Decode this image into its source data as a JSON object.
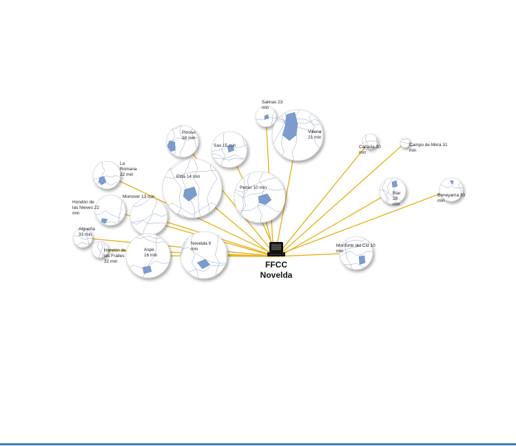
{
  "colors": {
    "connector": "#e8b21e",
    "region_fill": "#7b9ccd",
    "border_lines": "#8f9fbf",
    "circle_edge": "#d7d7d7",
    "bottom_rule": "#3b78c2",
    "hub_icon": "#111111"
  },
  "hub": {
    "line1": "FFCC",
    "line2": "Novelda",
    "icon": "desktop-computer-icon"
  },
  "towns": [
    {
      "id": "salinas",
      "line1": "Salinas 23",
      "line2": "min"
    },
    {
      "id": "villena",
      "line1": "Villena",
      "line2": "21 min"
    },
    {
      "id": "pinoso",
      "line1": "Pinoso",
      "line2": "28 min"
    },
    {
      "id": "sax",
      "line1": "Sax 15 min",
      "line2": ""
    },
    {
      "id": "la-romana",
      "line1": "La",
      "line2": "Romana",
      "line3": "22 min"
    },
    {
      "id": "elda",
      "line1": "Elda 14 min",
      "line2": ""
    },
    {
      "id": "petrer",
      "line1": "Petrer  10 min",
      "line2": ""
    },
    {
      "id": "canada",
      "line1": "Cañada 30",
      "line2": "min"
    },
    {
      "id": "campo-de-mirra",
      "line1": "Campo de Mirra 31",
      "line2": "min"
    },
    {
      "id": "biar",
      "line1": "Biar",
      "line2": "28",
      "line3": "min"
    },
    {
      "id": "beneyama",
      "line1": "Beneyama 33",
      "line2": "min"
    },
    {
      "id": "hondon-nieves",
      "line1": "Hondón  de",
      "line2": "las Nieves 22",
      "line3": "min"
    },
    {
      "id": "monover",
      "line1": "Monover 13 min",
      "line2": ""
    },
    {
      "id": "algueña",
      "line1": "Algueña",
      "line2": "33 min"
    },
    {
      "id": "hondon-frailes",
      "line1": "Hondón  de",
      "line2": "los Frailes",
      "line3": "32 min"
    },
    {
      "id": "aspe",
      "line1": "Aspe",
      "line2": "16 min"
    },
    {
      "id": "novelda",
      "line1": "Novelda  9",
      "line2": "min"
    },
    {
      "id": "monforte",
      "line1": "Monforte  del Cid 10",
      "line2": "min"
    }
  ]
}
